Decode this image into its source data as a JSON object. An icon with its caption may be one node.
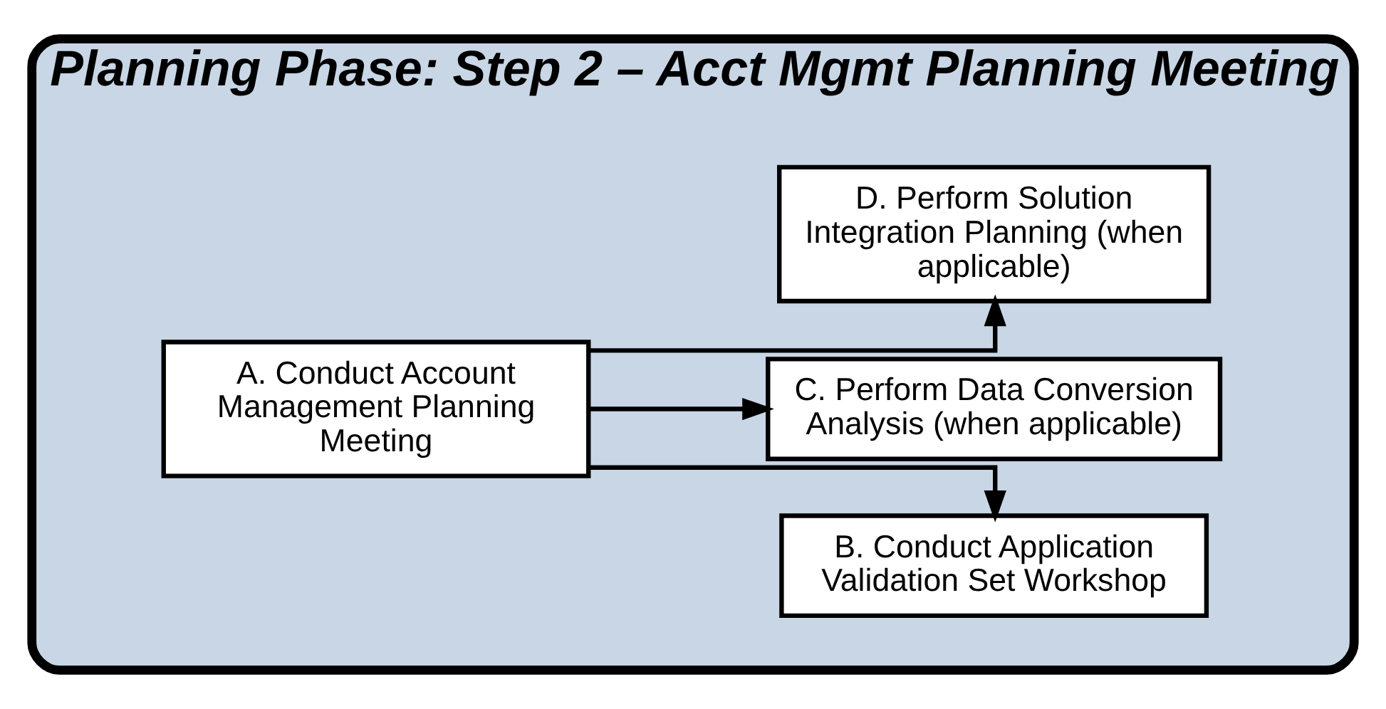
{
  "diagram": {
    "nodes": [
      {
        "text": [
          "Planning Phase: Step 2 – Acct Mgmt Planning Meeting"
        ]
      },
      {
        "text": [
          "A. Conduct Account Management Planning Meeting"
        ],
        "in": 0
      },
      {
        "text": [
          "B. Conduct Application Validation Set Workshop"
        ],
        "in": 0
      },
      {
        "text": [
          "C. Perform Data Conversion Analysis (when applicable)"
        ],
        "in": 0
      },
      {
        "text": [
          "D. Perform Solution Integration Planning (when applicable)"
        ],
        "in": 0
      }
    ],
    "edges": [
      {
        "from": 1,
        "to": 2,
        "arrow": "to"
      },
      {
        "from": 1,
        "to": 3,
        "arrow": "to"
      },
      {
        "from": 1,
        "to": 4,
        "arrow": "to"
      }
    ]
  }
}
